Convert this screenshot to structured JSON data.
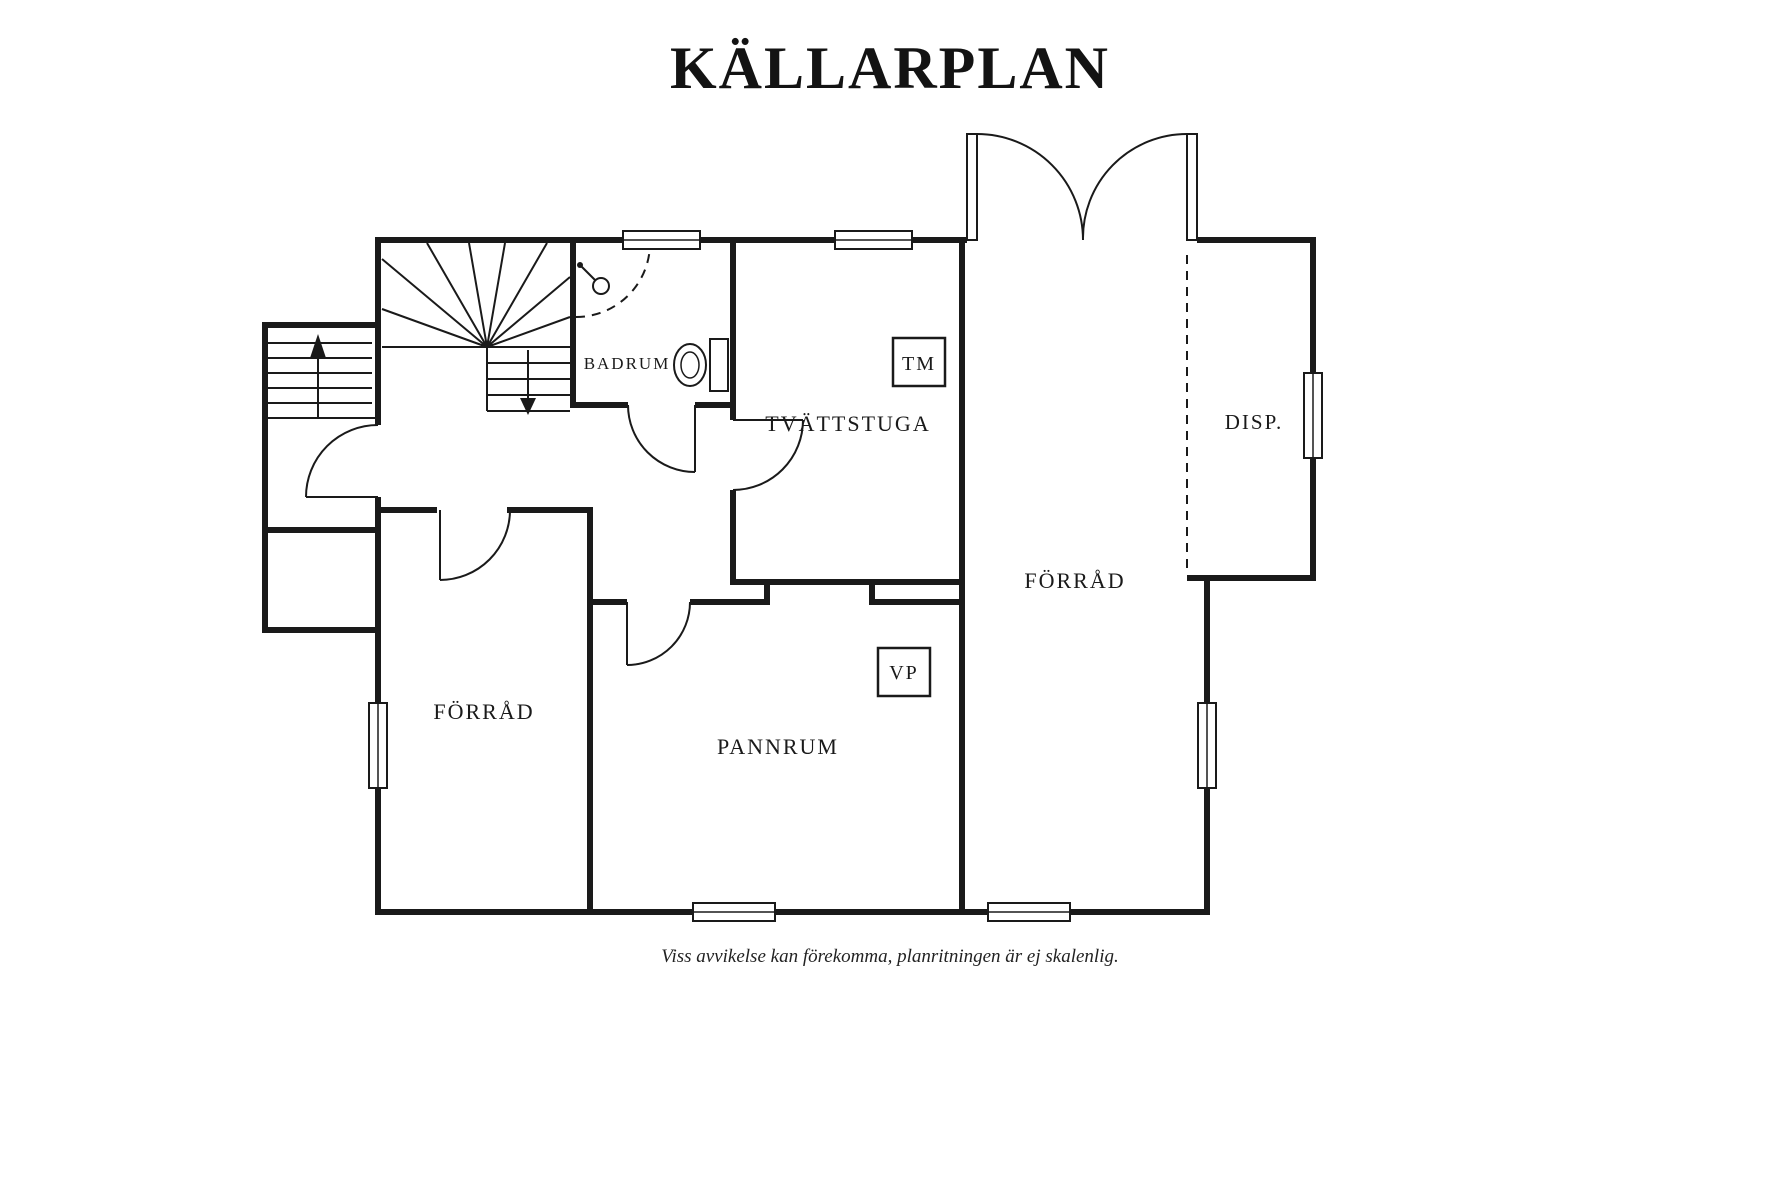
{
  "title": "KÄLLARPLAN",
  "footer": "Viss avvikelse kan förekomma, planritningen är ej skalenlig.",
  "labels": {
    "badrum": "BADRUM",
    "tvattstuga": "TVÄTTSTUGA",
    "tm": "TM",
    "forrad_right": "FÖRRÅD",
    "disp": "DISP.",
    "forrad_left": "FÖRRÅD",
    "vp": "VP",
    "pannrum": "PANNRUM"
  },
  "colors": {
    "ink": "#1a1a1a",
    "background": "#ffffff"
  }
}
